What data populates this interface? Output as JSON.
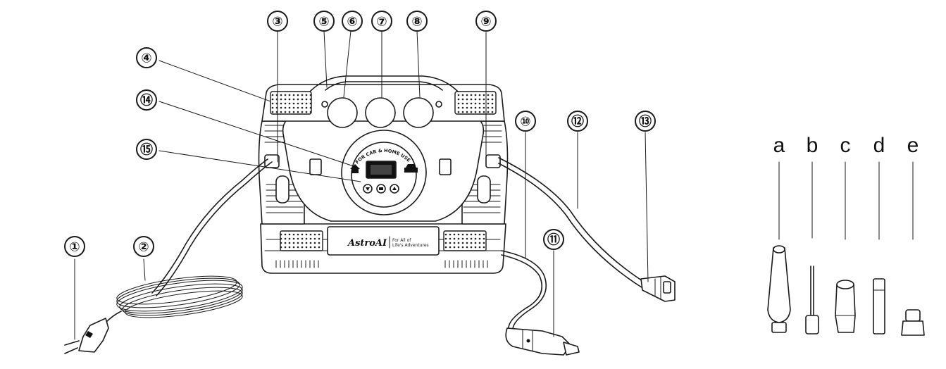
{
  "callouts": [
    "①",
    "②",
    "③",
    "④",
    "⑤",
    "⑥",
    "⑦",
    "⑧",
    "⑨",
    "⑩",
    "⑪",
    "⑫",
    "⑬",
    "⑭",
    "⑮"
  ],
  "accessory_letters": [
    "a",
    "b",
    "c",
    "d",
    "e"
  ],
  "device": {
    "brand": "AstroAI",
    "tagline_1": "For All of",
    "tagline_2": "Life's Adventures",
    "arc_label": "FOR CAR & HOME USE"
  },
  "icons": {
    "home": "home-icon",
    "car": "car-icon",
    "down": "down-arrow-icon",
    "unit": "unit-icon",
    "up": "up-arrow-icon"
  }
}
